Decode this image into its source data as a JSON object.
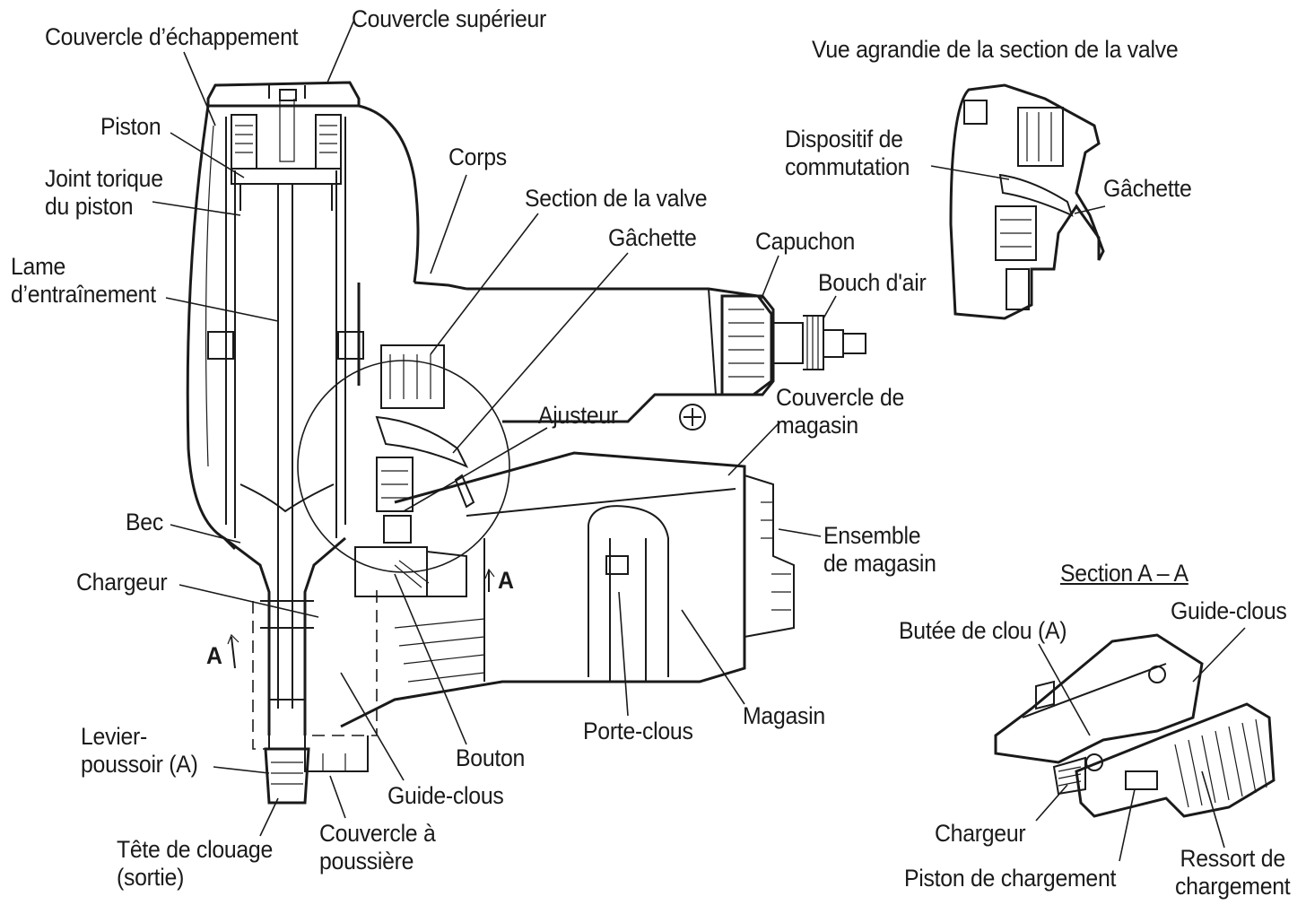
{
  "labels": {
    "couvercle_echappement": "Couvercle d’échappement",
    "couvercle_superieur": "Couvercle supérieur",
    "vue_agrandie": "Vue agrandie de la section de la valve",
    "piston": "Piston",
    "joint_torique_1": "Joint torique",
    "joint_torique_2": "du piston",
    "corps": "Corps",
    "dispositif_1": "Dispositif de",
    "dispositif_2": "commutation",
    "gachette_vue": "Gâchette",
    "section_valve": "Section de la valve",
    "lame_1": "Lame",
    "lame_2": "d’entraînement",
    "gachette": "Gâchette",
    "capuchon": "Capuchon",
    "bouch_air": "Bouch d'air",
    "couvercle_magasin_1": "Couvercle de",
    "couvercle_magasin_2": "magasin",
    "ajusteur": "Ajusteur",
    "bec": "Bec",
    "ensemble_magasin_1": "Ensemble",
    "ensemble_magasin_2": "de magasin",
    "section_aa": "Section A – A",
    "chargeur": "Chargeur",
    "marker_a1": "A",
    "marker_a2": "A",
    "butee_clou": "Butée de clou (A)",
    "guide_clous_right": "Guide-clous",
    "levier_1": "Levier-",
    "levier_2": "poussoir (A)",
    "bouton": "Bouton",
    "porte_clous": "Porte-clous",
    "magasin": "Magasin",
    "guide_clous": "Guide-clous",
    "tete_1": "Tête de clouage",
    "tete_2": "(sortie)",
    "couvercle_poussiere_1": "Couvercle à",
    "couvercle_poussiere_2": "poussière",
    "chargeur_right": "Chargeur",
    "piston_chargement": "Piston de chargement",
    "ressort_1": "Ressort de",
    "ressort_2": "chargement"
  }
}
